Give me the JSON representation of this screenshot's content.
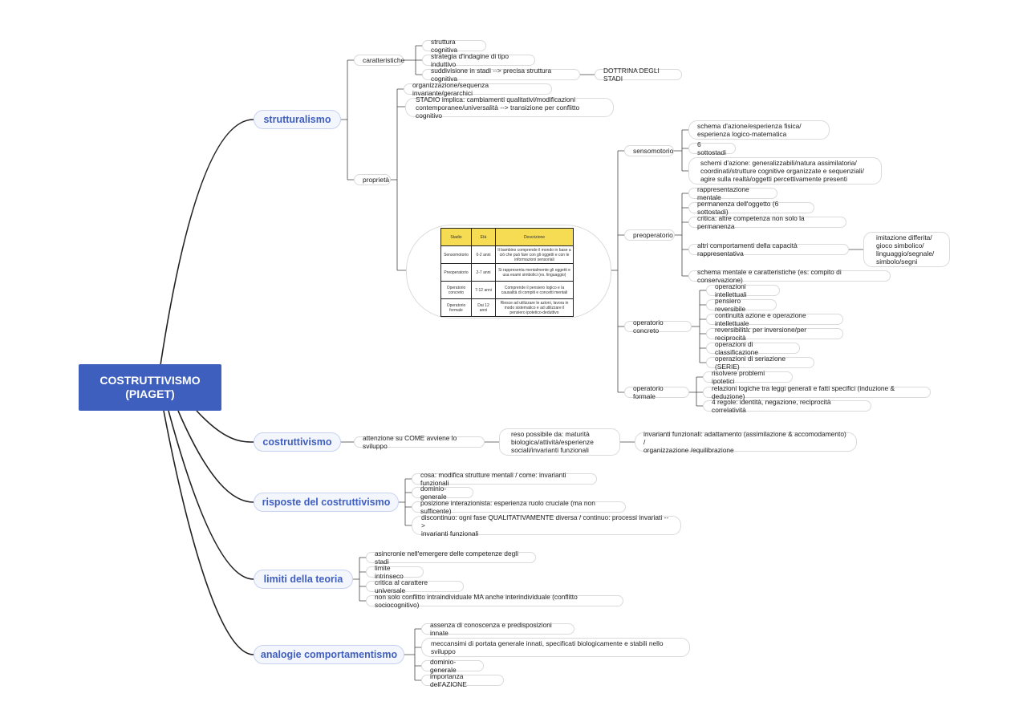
{
  "root": {
    "line1": "COSTRUTTIVISMO",
    "line2": "(PIAGET)"
  },
  "branches": {
    "strutturalismo": "strutturalismo",
    "costruttivismo": "costruttivismo",
    "risposte": "risposte del costruttivismo",
    "limiti": "limiti della teoria",
    "analogie": "analogie comportamentismo"
  },
  "strutturalismo": {
    "caratteristiche": "caratteristiche",
    "struttura_cognitiva": "struttura cognitiva",
    "strategia": "strategia d'indagine di tipo induttivo",
    "suddivisione": "suddivisione in stadi --> precisa struttura cognitiva",
    "dottrina": "DOTTRINA DEGLI STADI",
    "proprieta": "proprietà",
    "organizzazione": "organizzazione/sequenza invariante/gerarchici",
    "stadio_1": "STADIO implica: cambiamenti qualitativi/modificazioni",
    "stadio_2": "contemporanee/universalità --> transizione per conflitto cognitivo"
  },
  "stages_table": {
    "headers": [
      "Stadio",
      "Età",
      "Descrizione"
    ],
    "rows": [
      [
        "Sensomotorio",
        "0-2 anni",
        "Il bambino comprende il mondo in base a ciò che può fare con gli oggetti e con le informazioni sensoriali"
      ],
      [
        "Preoperatorio",
        "2-7 anni",
        "Si rappresenta mentalmente gli oggetti e usa esami simbolici (es. linguaggio)"
      ],
      [
        "Operatorio concreto",
        "7-12 anni",
        "Comprende il pensiero logico e la causalità di compiti e concetti mentali"
      ],
      [
        "Operatorio formale",
        "Dai 12 anni",
        "Riesce ad utilizzare le azioni, lavora in modo sistematico e ad utilizzare il pensiero ipotetico-deduttivo"
      ]
    ]
  },
  "sensomotorio": {
    "label": "sensomotorio",
    "schema_1": "schema d'azione/esperienza fisica/",
    "schema_2": "esperienza logico-matematica",
    "sottostadi": "6 sottostadi",
    "schemi_1": "schemi d'azione: generalizzabili/natura assimilatoria/",
    "schemi_2": "coordinati/strutture cognitive organizzate e sequenziali/",
    "schemi_3": "agire sulla realtà/oggetti percettivamente presenti"
  },
  "preoperatorio": {
    "label": "preoperatorio",
    "rappresentazione": "rappresentazione mentale",
    "permanenza": "permanenza dell'oggetto (6 sottostadi)",
    "critica": "critica: altre competenza non solo la permanenza",
    "altri": "altri comportamenti della capacità rappresentativa",
    "imitazione_1": "imitazione differita/",
    "imitazione_2": "gioco simbolico/",
    "imitazione_3": "linguaggio/segnale/",
    "imitazione_4": "simbolo/segni",
    "schema_mentale": "schema mentale e caratteristiche (es: compito di conservazione)"
  },
  "concreto": {
    "label": "operatorio concreto",
    "items": [
      "operazioni intellettuali",
      "pensiero reversibile",
      "continuità azione e operazione intellettuale",
      "reversibilità: per inversione/per reciprocità",
      "operazioni di classificazione",
      "operazioni di seriazione (SERIE)"
    ]
  },
  "formale": {
    "label": "operatorio formale",
    "items": [
      "risolvere problemi ipotetici",
      "relazioni logiche tra leggi generali e fatti specifici (induzione & deduzione)",
      "4 regole: identità, negazione, reciprocità correlatività"
    ]
  },
  "costruttivismo": {
    "attenzione": "attenzione su COME avviene lo sviluppo",
    "reso_1": "reso possibile da: maturità",
    "reso_2": "biologica/attività/esperienze",
    "reso_3": "sociali/invarianti funzionali",
    "invarianti_1": "invarianti funzionali: adattamento (assimilazione & accomodamento) /",
    "invarianti_2": "organizzazione /equilibrazione"
  },
  "risposte": {
    "cosa": "cosa: modifica strutture mentali / come: invarianti funzionali",
    "dominio": "dominio-generale",
    "posizione": "posizione interazionista: esperienza ruolo cruciale (ma non sufficente)",
    "discontinuo_1": "discontinuo: ogni fase QUALITATIVAMENTE diversa / continuo: processi invariati -->",
    "discontinuo_2": "invarianti funzionali"
  },
  "limiti": {
    "items": [
      "asincronie nell'emergere delle competenze degli stadi",
      "limite intrinseco",
      "critica al carattere universale",
      "non solo conflitto intraindividuale MA anche interindividuale (conflitto sociocognitivo)"
    ]
  },
  "analogie": {
    "assenza": "assenza di conoscenza e predisposizioni innate",
    "meccanismi_1": "meccansimi di portata generale innati, specificati biologicamente e stabili nello",
    "meccanismi_2": "sviluppo",
    "dominio": "dominio-generale",
    "importanza": "importanza dell'AZIONE"
  }
}
